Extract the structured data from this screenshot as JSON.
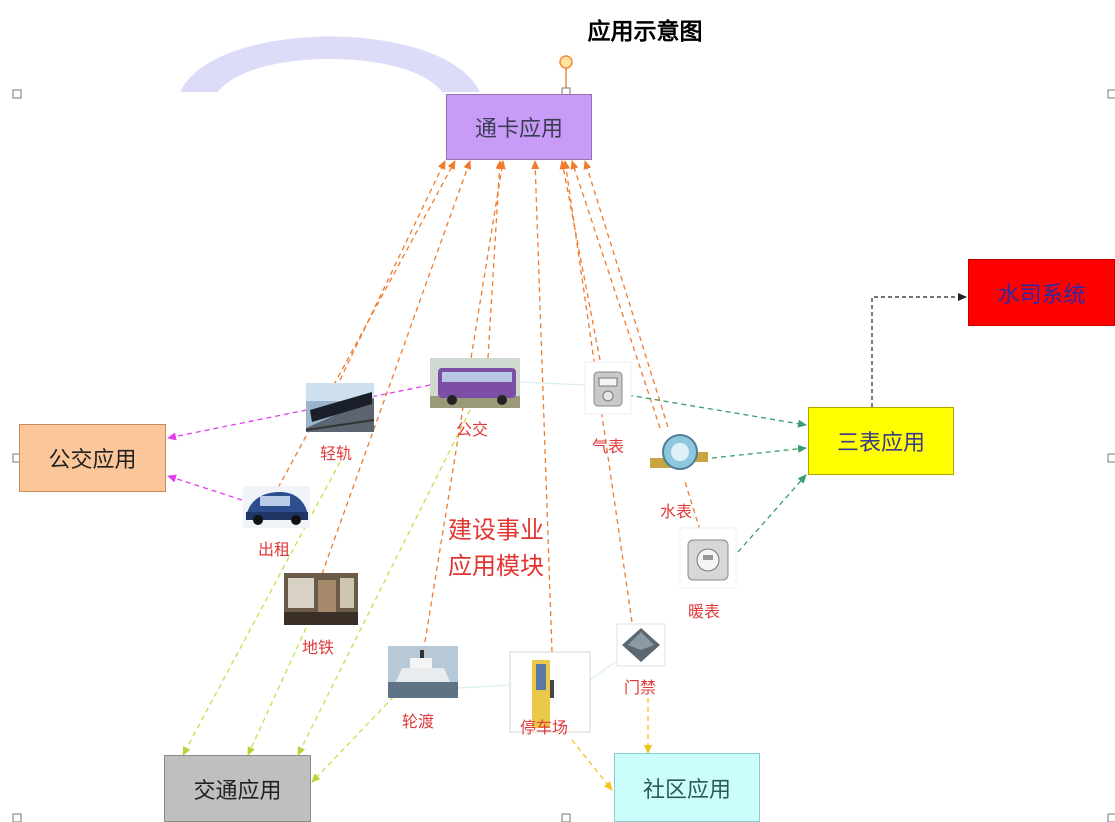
{
  "title": "应用示意图",
  "center_note": [
    "建设事业",
    "应用模块"
  ],
  "boxes": {
    "card": {
      "label": "通卡应用",
      "fill": "#c89cf6"
    },
    "bus_app": {
      "label": "公交应用",
      "fill": "#fbc79a"
    },
    "traffic": {
      "label": "交通应用",
      "fill": "#bfbfbf"
    },
    "community": {
      "label": "社区应用",
      "fill": "#ccfdfd"
    },
    "meters": {
      "label": "三表应用",
      "fill": "#ffff00"
    },
    "water_co": {
      "label": "水司系统",
      "fill": "#ff0000"
    }
  },
  "items": {
    "light_rail": "轻轨",
    "bus": "公交",
    "gas_meter": "气表",
    "water_meter": "水表",
    "heat_meter": "暖表",
    "taxi": "出租",
    "subway": "地铁",
    "ferry": "轮渡",
    "parking": "停车场",
    "access": "门禁"
  },
  "colors": {
    "orange_link": "#f07b2c",
    "magenta_link": "#e23cf0",
    "green_link": "#3a9e6b",
    "yellow_link": "#c4e04a",
    "black_link": "#222222"
  }
}
